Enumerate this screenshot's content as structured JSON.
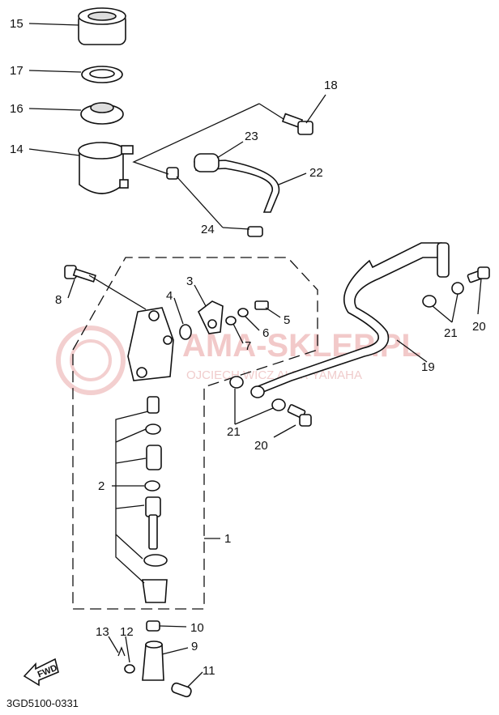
{
  "diagram": {
    "watermark": {
      "main": "AMA-SKLEP.PL",
      "sub": "OJCIECH    WICZ    ALER YAMAHA"
    },
    "drawing_code": "3GD5100-0331",
    "fwd_label": "FWD",
    "callouts": [
      {
        "id": "15",
        "label": "15"
      },
      {
        "id": "17",
        "label": "17"
      },
      {
        "id": "16",
        "label": "16"
      },
      {
        "id": "14",
        "label": "14"
      },
      {
        "id": "18",
        "label": "18"
      },
      {
        "id": "23",
        "label": "23"
      },
      {
        "id": "22",
        "label": "22"
      },
      {
        "id": "24",
        "label": "24"
      },
      {
        "id": "8",
        "label": "8"
      },
      {
        "id": "3",
        "label": "3"
      },
      {
        "id": "4",
        "label": "4"
      },
      {
        "id": "5",
        "label": "5"
      },
      {
        "id": "6",
        "label": "6"
      },
      {
        "id": "7",
        "label": "7"
      },
      {
        "id": "21a",
        "label": "21"
      },
      {
        "id": "20a",
        "label": "20"
      },
      {
        "id": "19",
        "label": "19"
      },
      {
        "id": "21b",
        "label": "21"
      },
      {
        "id": "20b",
        "label": "20"
      },
      {
        "id": "2",
        "label": "2"
      },
      {
        "id": "1",
        "label": "1"
      },
      {
        "id": "10",
        "label": "10"
      },
      {
        "id": "13",
        "label": "13"
      },
      {
        "id": "12",
        "label": "12"
      },
      {
        "id": "9",
        "label": "9"
      },
      {
        "id": "11",
        "label": "11"
      }
    ]
  }
}
